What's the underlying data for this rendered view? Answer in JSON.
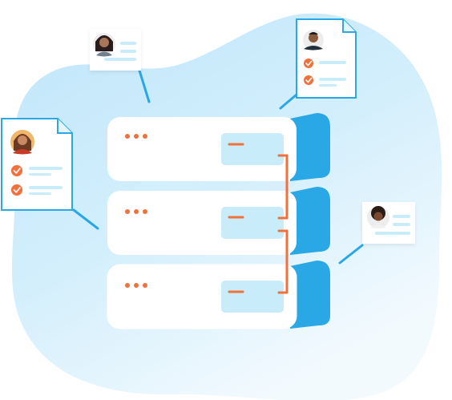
{
  "colors": {
    "blob_light": "#E6F5FD",
    "blob_mid": "#BFE6FA",
    "server_blue": "#2AA8E6",
    "server_white": "#FFFFFF",
    "panel_fill": "#C8ECFA",
    "accent_orange": "#F2703A",
    "doc_border": "#2AA8E6",
    "line_blue": "#2AA8E6",
    "text_line": "#C8ECFA"
  },
  "servers": [
    {
      "name": "server-unit-1",
      "dots": 3
    },
    {
      "name": "server-unit-2",
      "dots": 3
    },
    {
      "name": "server-unit-3",
      "dots": 3
    }
  ],
  "documents": [
    {
      "name": "doc-card-left",
      "checkmarks": 2,
      "avatar": "woman-red-top-avatar"
    },
    {
      "name": "doc-card-top-right",
      "checkmarks": 2,
      "avatar": "man-suit-avatar"
    },
    {
      "name": "profile-card-top-left",
      "checkmarks": 0,
      "avatar": "woman-dark-hair-avatar"
    },
    {
      "name": "profile-card-right",
      "checkmarks": 0,
      "avatar": "woman-curly-hair-avatar"
    }
  ],
  "icons": {
    "check": "check-circle-icon",
    "dots": "status-dots-icon",
    "link": "connector-bracket-icon"
  }
}
